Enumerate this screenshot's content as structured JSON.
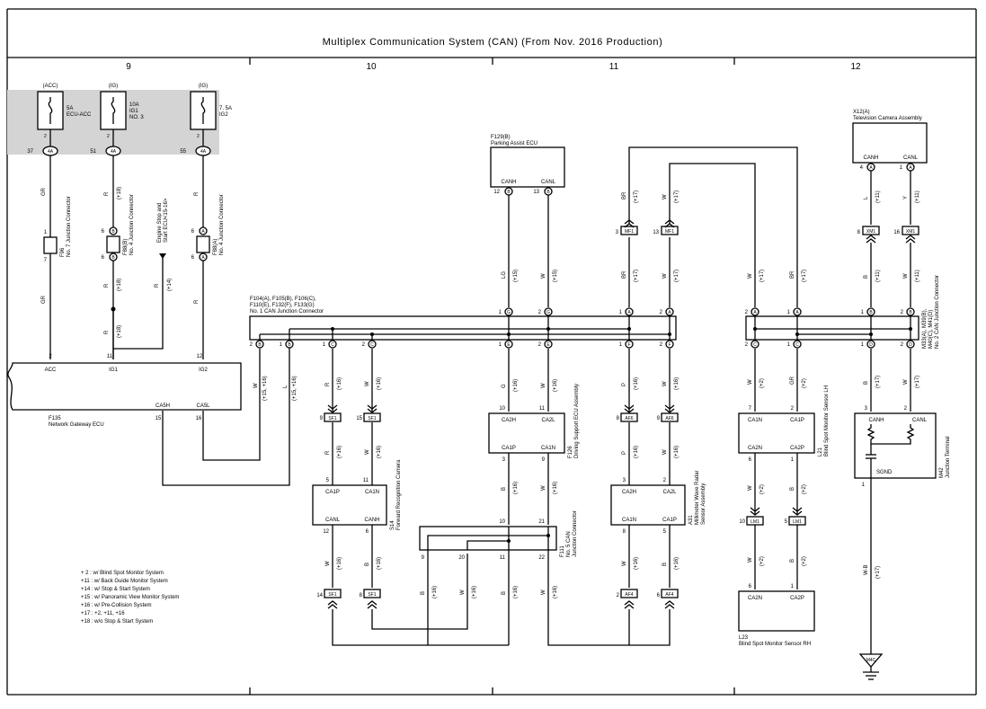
{
  "title": "Multiplex Communication System (CAN) (From Nov.  2016 Production)",
  "columns": [
    "9",
    "10",
    "11",
    "12"
  ],
  "fuses": [
    {
      "supply": "(ACC)",
      "rating": "5A",
      "name1": "ECU-ACC",
      "name2": "",
      "pin": "37",
      "conn": "4A"
    },
    {
      "supply": "(IG)",
      "rating": "10A",
      "name1": "IG1",
      "name2": "NO. 3",
      "pin": "51",
      "conn": "4A"
    },
    {
      "supply": "(IG)",
      "rating": "7. 5A",
      "name1": "IG2",
      "name2": "",
      "pin": "55",
      "conn": "4A"
    }
  ],
  "components": {
    "f129": {
      "ref": "F129(B)",
      "name": "Parking Assist ECU",
      "pin_canh": "CANH",
      "pin_canl": "CANL",
      "n1": "12",
      "n2": "13",
      "c": "B"
    },
    "x12": {
      "ref": "X12(A)",
      "name": "Television Camera Assembly",
      "pin_canh": "CANH",
      "pin_canl": "CANL",
      "n1": "4",
      "n2": "1",
      "c": "A"
    },
    "f135": {
      "ref": "F135",
      "name": "Network Gateway ECU",
      "acc": "ACC",
      "ig1": "IG1",
      "ig2": "IG2",
      "cash": "CA5H",
      "casl": "CA5L",
      "n_acc": "2",
      "n_ig1": "11",
      "n_ig2": "12",
      "n_cash": "15",
      "n_casl": "16"
    },
    "f104": {
      "line1": "F104(A), F105(B), F106(C),",
      "line2": "F110(E), F132(F), F133(G)",
      "name": "No. 1 CAN Junction Connector"
    },
    "m33": {
      "line1": "M33(A), M39(B),",
      "line2": "M40(C), M41(D)",
      "name": "No. 2 CAN Junction Connector"
    },
    "f96": {
      "ref": "F96",
      "name": "No. 7 Junction Connector",
      "n_top": "1",
      "n_bot": "7"
    },
    "f88": {
      "ref": "F88(B)",
      "name": "No. 4 Junction Connector",
      "n_top": "6",
      "n_bot": "6",
      "c": "B"
    },
    "f88a": {
      "ref": "F88(A)",
      "name": "No. 4 Junction Connector",
      "n_top": "6",
      "n_bot": "6",
      "c": "A"
    },
    "engine": {
      "line1": "Engine Stop and",
      "line2": "Start ECU<15-16>"
    },
    "s14": {
      "ref": "S14",
      "name": "Forward Recognition Camera",
      "p1": "CA1P",
      "p2": "CA1N",
      "p3": "CANL",
      "p4": "CANH",
      "n1": "5",
      "n2": "11",
      "n3": "12",
      "n4": "6"
    },
    "f126": {
      "ref": "F126",
      "name": "Driving Support ECU Assembly",
      "p1": "CA2H",
      "p2": "CA2L",
      "p3": "CA1P",
      "p4": "CA1N",
      "n1": "10",
      "n2": "11",
      "n3": "3",
      "n4": "9"
    },
    "a31": {
      "ref": "A31",
      "name1": "Millimeter Wave Radar",
      "name2": "Sensor Assembly",
      "p1": "CA2H",
      "p2": "CA2L",
      "p3": "CA1N",
      "p4": "CA1P",
      "n1": "3",
      "n2": "2",
      "n3": "8",
      "n4": "5"
    },
    "f111": {
      "ref": "F111",
      "name1": "No. 5 CAN",
      "name2": "Junction Connector",
      "n1": "10",
      "n2": "21",
      "n3": "9",
      "n4": "20",
      "n5": "11",
      "n6": "22"
    },
    "l21": {
      "ref": "L21",
      "name": "Blind Spot Monitor Sensor LH",
      "p1": "CA1N",
      "p2": "CA1P",
      "p3": "CA2N",
      "p4": "CA2P",
      "n1": "7",
      "n2": "2",
      "n3": "6",
      "n4": "1"
    },
    "l23": {
      "ref": "L23",
      "name": "Blind Spot Monitor Sensor RH",
      "p1": "CA2N",
      "p2": "CA2P",
      "n1": "6",
      "n2": "1"
    },
    "m42": {
      "ref": "M42",
      "name": "Junction Terminal",
      "p1": "CANH",
      "p2": "CANL",
      "p3": "SGND",
      "n1": "3",
      "n2": "2",
      "n3": "1"
    },
    "ground": "M4C"
  },
  "inline": {
    "sf1": "SF1",
    "af6": "AF6",
    "af4": "AF4",
    "mf1": "MF1",
    "xm1": "XM1",
    "lm1": "LM1"
  },
  "wires": {
    "gr": "GR",
    "r": "R",
    "w": "W",
    "l": "L",
    "lg": "LG",
    "br": "BR",
    "g": "G",
    "b": "B",
    "p": "P",
    "y": "Y",
    "vb": "W-B",
    "o2": "(+2)",
    "o11": "(+11)",
    "o14": "(+14)",
    "o15": "(+15)",
    "o16": "(+16)",
    "o17": "(+17)",
    "o18": "(+18)",
    "o1516": "(+15, +16)"
  },
  "legend": [
    "+ 2 : w/ Blind Spot Monitor System",
    "+11 : w/ Back Guide Monitor System",
    "+14 : w/ Stop & Start System",
    "+15 : w/ Panoramic View Monitor System",
    "+16 : w/ Pre-Collision System",
    "+17 : +2, +11, +16",
    "+18 : w/o Stop & Start System"
  ]
}
